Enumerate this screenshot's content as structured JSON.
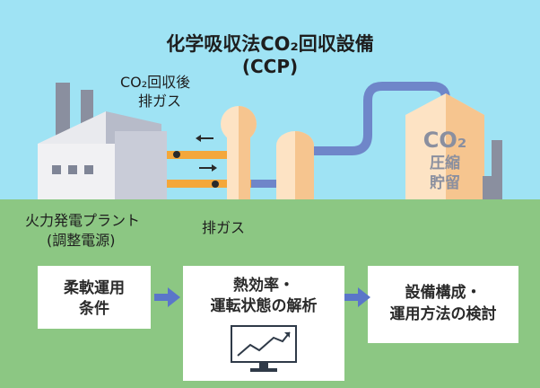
{
  "colors": {
    "sky": "#9fe3f4",
    "ground": "#8cc783",
    "pipe_orange": "#f4a73a",
    "pipe_blue": "#6f86c9",
    "plant_wall": "#f1f1f3",
    "plant_shadow": "#c9ccd8",
    "chimney": "#8a8f9f",
    "tank_light": "#fde3c4",
    "tank_dark": "#f6c58f",
    "silo": "#fde3c4",
    "flow_arrow": "#5a76c9",
    "monitor": "#2f3a48"
  },
  "title": {
    "line1": "化学吸収法CO₂回収設備",
    "line2": "(CCP)"
  },
  "labels": {
    "recovered_exhaust_line1": "CO₂回収後",
    "recovered_exhaust_line2": "排ガス",
    "exhaust": "排ガス",
    "plant_line1": "火力発電プラント",
    "plant_line2": "(調整電源)",
    "storage_co2": "CO₂",
    "storage_line1": "圧縮",
    "storage_line2": "貯留"
  },
  "flow": {
    "box1_line1": "柔軟運用",
    "box1_line2": "条件",
    "box2_line1": "熱効率・",
    "box2_line2": "運転状態の解析",
    "box3_line1": "設備構成・",
    "box3_line2": "運用方法の検討"
  },
  "icons": {
    "monitor": "trend-chart-monitor-icon",
    "arrow_left": "arrow-left-icon",
    "arrow_right": "arrow-right-icon",
    "flow_arrow": "chevron-arrow-right-icon"
  }
}
